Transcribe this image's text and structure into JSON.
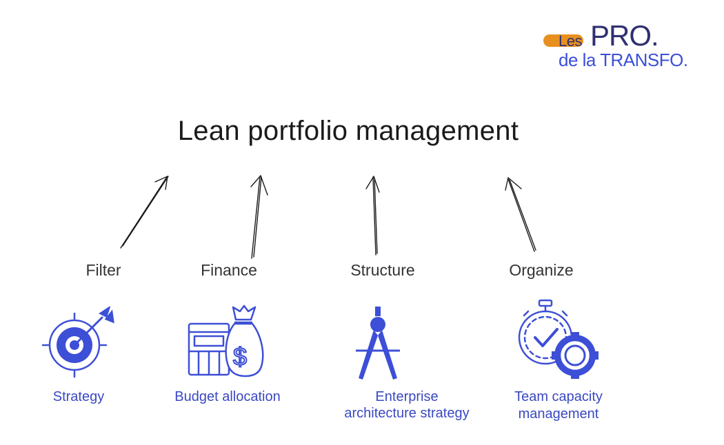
{
  "logo": {
    "les": "Les",
    "pro": "PRO.",
    "line2": "de la TRANSFO."
  },
  "title": "Lean portfolio management",
  "categories": [
    "Filter",
    "Finance",
    "Structure",
    "Organize"
  ],
  "pillars": [
    {
      "label_lines": [
        "Strategy"
      ],
      "icon": "target-icon"
    },
    {
      "label_lines": [
        "Budget allocation"
      ],
      "icon": "money-bag-icon"
    },
    {
      "label_lines": [
        "Enterprise",
        "architecture strategy"
      ],
      "icon": "compass-icon"
    },
    {
      "label_lines": [
        "Team capacity",
        "management"
      ],
      "icon": "stopwatch-gear-icon"
    }
  ],
  "colors": {
    "accent": "#3d4fd6",
    "orange": "#e8901f",
    "navy": "#2f2f72",
    "text": "#1a1a1a"
  }
}
